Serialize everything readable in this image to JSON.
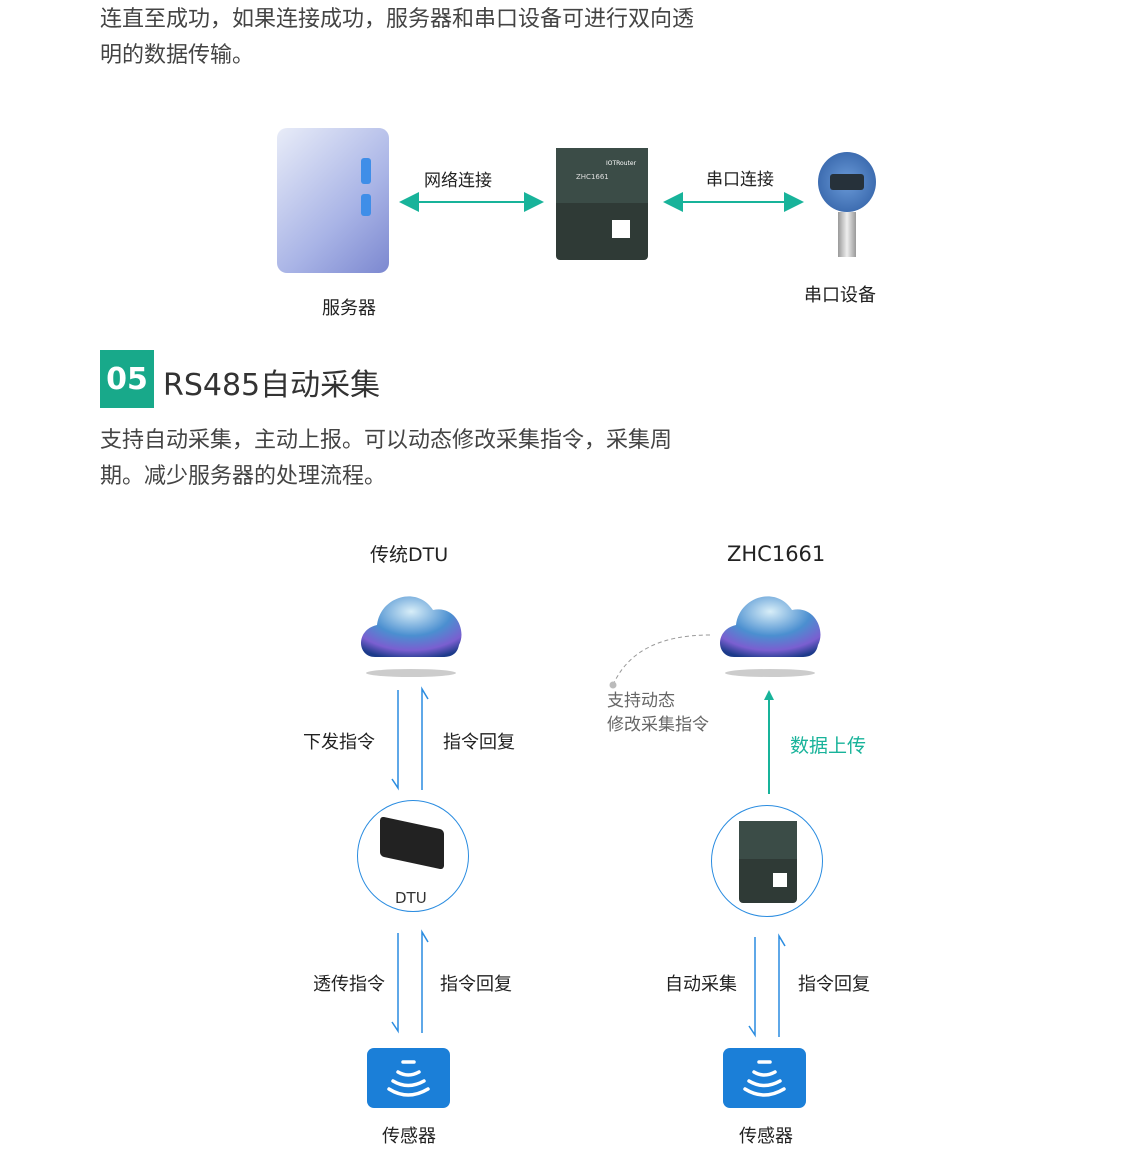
{
  "intro": {
    "text": "连直至成功，如果连接成功，服务器和串口设备可进行双向透明的数据传输。"
  },
  "diagram1": {
    "network_label": "网络连接",
    "serial_label": "串口连接",
    "server_label": "服务器",
    "serial_device_label": "串口设备",
    "device_model": "ZHC1661",
    "device_brand": "IOTRouter"
  },
  "section": {
    "number": "05",
    "title": "RS485自动采集",
    "text": "支持自动采集，主动上报。可以动态修改采集指令，采集周期。减少服务器的处理流程。"
  },
  "diagram2": {
    "left": {
      "title": "传统DTU",
      "down_cmd": "下发指令",
      "reply1": "指令回复",
      "dtu_label": "DTU",
      "pass_cmd": "透传指令",
      "reply2": "指令回复",
      "sensor": "传感器"
    },
    "right": {
      "title": "ZHC1661",
      "note_line1": "支持动态",
      "note_line2": "修改采集指令",
      "upload": "数据上传",
      "auto": "自动采集",
      "reply": "指令回复",
      "sensor": "传感器"
    }
  },
  "colors": {
    "teal": "#18a98a",
    "blue": "#2a8ce0",
    "sensor": "#1b7fd8"
  }
}
